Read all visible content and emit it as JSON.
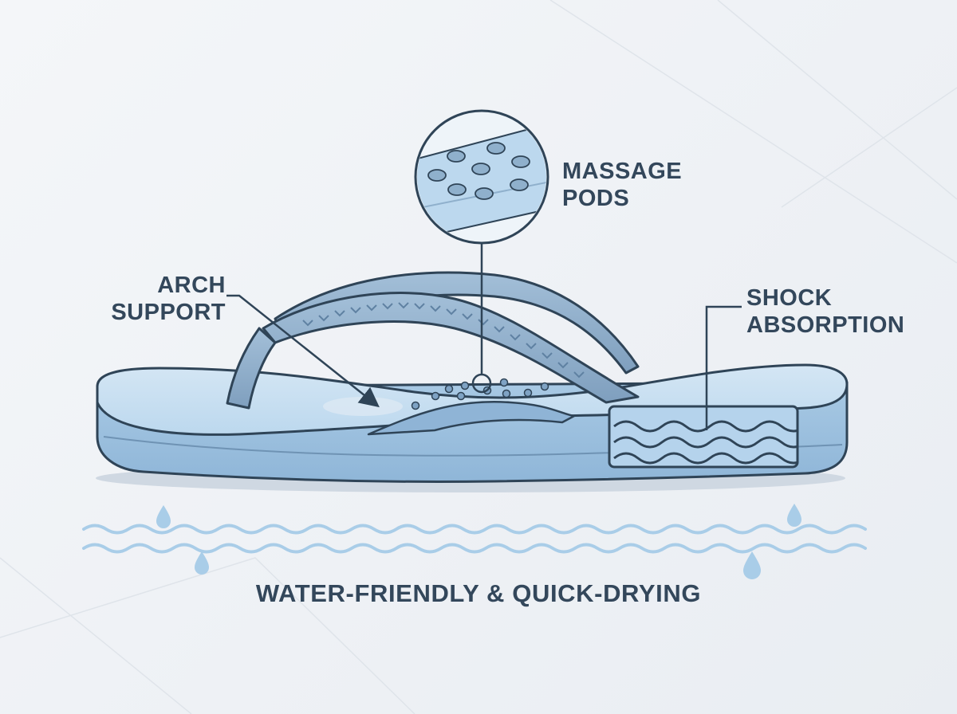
{
  "labels": {
    "massage_pods": [
      "MASSAGE",
      "PODS"
    ],
    "arch_support": [
      "ARCH",
      "SUPPORT"
    ],
    "shock_absorption": [
      "SHOCK",
      "ABSORPTION"
    ]
  },
  "caption": "WATER-FRIENDLY & QUICK-DRYING",
  "colors": {
    "background": "#eef1f5",
    "outline": "#2f4457",
    "sole": "#b9d6ec",
    "strap": "#8fb0cc",
    "water": "#a9cde8",
    "text": "#33475b"
  }
}
